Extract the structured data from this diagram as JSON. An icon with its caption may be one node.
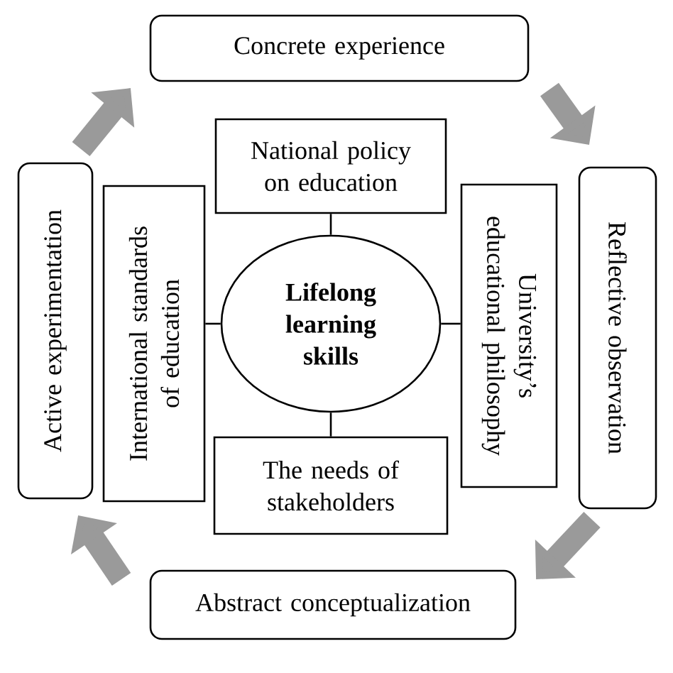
{
  "diagram": {
    "nodes": [
      {
        "text": [
          "Concrete experience"
        ]
      },
      {
        "text": [
          "Active experimentation"
        ]
      },
      {
        "text": [
          "National policy on education"
        ]
      },
      {
        "text": [
          "International standards of education"
        ]
      },
      {
        "text": [
          "Lifelong learning skills"
        ]
      },
      {
        "text": [
          "University’s educational philosophy"
        ]
      },
      {
        "text": [
          "Reflective observation"
        ]
      },
      {
        "text": [
          "The needs of stakeholders"
        ]
      },
      {
        "text": [
          "Abstract conceptualization"
        ]
      }
    ],
    "edges": [
      {
        "from": 1,
        "to": 0,
        "arrow": "to",
        "style": "thick",
        "color": "#9a9a9a"
      },
      {
        "from": 0,
        "to": 6,
        "arrow": "to",
        "style": "thick",
        "color": "#9a9a9a"
      },
      {
        "from": 6,
        "to": 8,
        "arrow": "to",
        "style": "thick",
        "color": "#9a9a9a"
      },
      {
        "from": 8,
        "to": 1,
        "arrow": "to",
        "style": "thick",
        "color": "#9a9a9a"
      },
      {
        "from": 2,
        "to": 4,
        "arrow": "none",
        "color": "#000000"
      },
      {
        "from": 3,
        "to": 4,
        "arrow": "none",
        "color": "#000000"
      },
      {
        "from": 4,
        "to": 5,
        "arrow": "none",
        "color": "#000000"
      },
      {
        "from": 4,
        "to": 7,
        "arrow": "none",
        "color": "#000000"
      }
    ]
  }
}
